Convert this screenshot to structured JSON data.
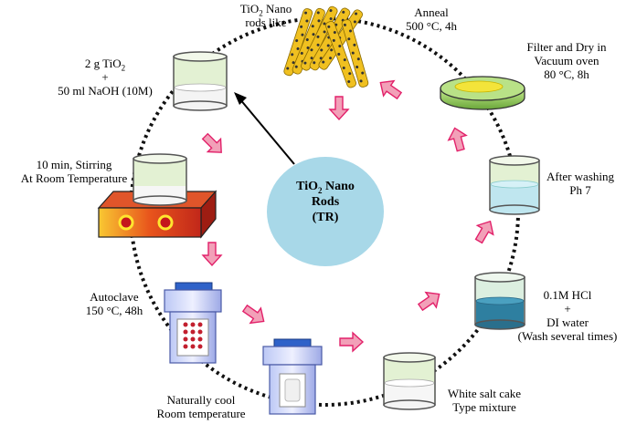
{
  "center": {
    "line1": "TiO",
    "sub": "2",
    "line1b": " Nano",
    "line2": "Rods",
    "line3": "(TR)"
  },
  "steps": {
    "reagents": {
      "l1a": "2 g TiO",
      "l1sub": "2",
      "l2": "+",
      "l3": "50 ml NaOH (10M)"
    },
    "stirring": {
      "l1": "10 min, Stirring",
      "l2": "At Room Temperature"
    },
    "autoclave": {
      "l1": "Autoclave",
      "l2": "150 °C, 48h"
    },
    "cool": {
      "l1": "Naturally cool",
      "l2": "Room temperature"
    },
    "saltcake": {
      "l1": "White salt cake",
      "l2": "Type mixture"
    },
    "hcl": {
      "l1": "0.1M HCl",
      "l2": "+",
      "l3": "DI water",
      "l4": "(Wash several times)"
    },
    "washing": {
      "l1": "After washing",
      "l2": "Ph 7"
    },
    "filter": {
      "l1": "Filter and Dry in",
      "l2": "Vacuum oven",
      "l3": "80 °C, 8h"
    },
    "anneal": {
      "l1": "Anneal",
      "l2": "500 °C, 4h"
    },
    "nanorods": {
      "l1a": "TiO",
      "l1sub": "2",
      "l1b": " Nano",
      "l2": "rods like"
    }
  },
  "colors": {
    "arrow_fill": "#f2a0b8",
    "arrow_stroke": "#e2216a",
    "center_circle": "#a8d8e8",
    "beaker_glass": "#e3f1d3",
    "hotplate": "#e85a1a",
    "liquid": "#bfe6ef",
    "dark_liquid": "#2e7fa0",
    "dish": "#9ed36a",
    "rod": "#f0c020"
  }
}
